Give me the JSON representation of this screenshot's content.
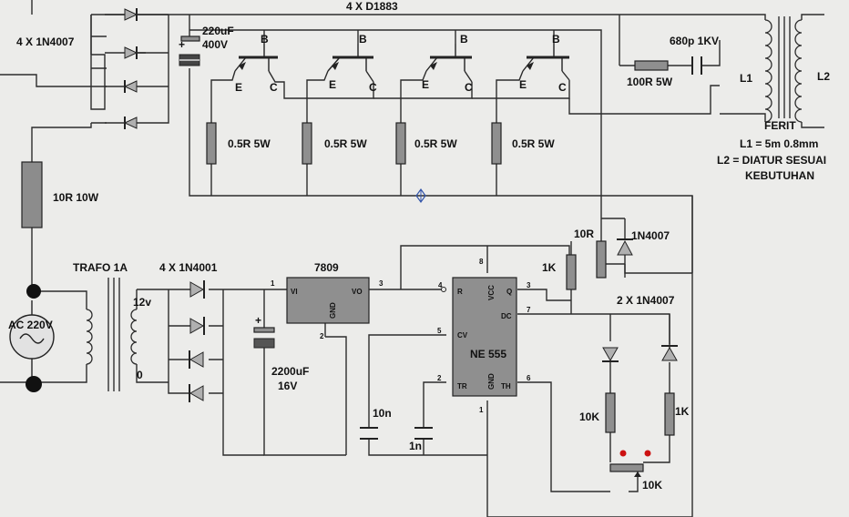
{
  "labels": {
    "bridge_main": "4 X 1N4007",
    "transistors": "4 X D1883",
    "cap_main_value": "220uF",
    "cap_main_voltage": "400V",
    "snubber_cap": "680p 1KV",
    "snubber_res": "100R 5W",
    "l1": "L1",
    "l2": "L2",
    "ferrite": "FERIT",
    "l1_spec": "L1 = 5m 0.8mm",
    "l2_spec_1": "L2 = DIATUR SESUAI",
    "l2_spec_2": "KEBUTUHAN",
    "emitter_res": "0.5R 5W",
    "inrush_res": "10R 10W",
    "transformer": "TRAFO 1A",
    "bridge_low": "4 X 1N4001",
    "regulator": "7809",
    "reg_in": "VI",
    "reg_out": "VO",
    "reg_gnd": "GND",
    "sec_12v": "12v",
    "sec_0": "0",
    "ac_input": "AC 220V",
    "filter_cap_value": "2200uF",
    "filter_cap_voltage": "16V",
    "timer": "NE 555",
    "res_1k_top": "1K",
    "res_10r": "10R",
    "diode_gate": "1N4007",
    "diodes_timing": "2 X 1N4007",
    "cap_10n": "10n",
    "cap_1n": "1n",
    "res_10k": "10K",
    "res_1k_right": "1K",
    "pot_10k": "10K",
    "pin_b": "B",
    "pin_e": "E",
    "pin_c": "C",
    "pin_plus": "+",
    "pins_555": {
      "r": "R",
      "vcc": "VCC",
      "q": "Q",
      "dc": "DC",
      "cv": "CV",
      "tr": "TR",
      "gnd": "GND",
      "th": "TH"
    },
    "pin_numbers": {
      "p1": "1",
      "p2": "2",
      "p3": "3",
      "p4": "4",
      "p5": "5",
      "p6": "6",
      "p7": "7",
      "p8": "8"
    }
  },
  "colors": {
    "background": "#ececea",
    "wire": "#2c2c2c",
    "component": "#8f8f8f",
    "node_red": "#cc1111"
  }
}
